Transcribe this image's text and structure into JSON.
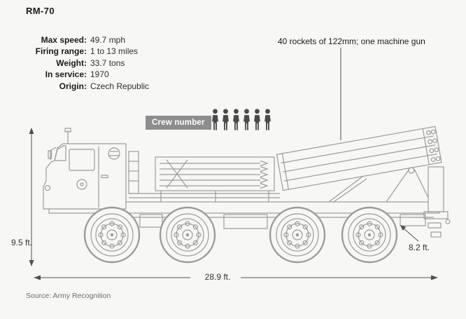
{
  "title": "RM-70",
  "specs": {
    "rows": [
      {
        "label": "Max speed:",
        "value": "49.7 mph"
      },
      {
        "label": "Firing range:",
        "value": "1 to 13 miles"
      },
      {
        "label": "Weight:",
        "value": "33.7 tons"
      },
      {
        "label": "In service:",
        "value": "1970"
      },
      {
        "label": "Origin:",
        "value": "Czech Republic"
      }
    ]
  },
  "annotations": {
    "armament": "40 rockets of 122mm; one machine gun",
    "crew_label": "Crew number",
    "crew_count": 6
  },
  "dimensions": {
    "height": "9.5 ft.",
    "rear": "8.2 ft.",
    "length": "28.9 ft."
  },
  "source": "Source: Army Recognition",
  "colors": {
    "background": "#f7f7f5",
    "drawing": "#9b9b9b",
    "dimension": "#4f4f4f",
    "badge": "#8d8d8d",
    "figure": "#4a4a4a",
    "text": "#1a1a1a"
  }
}
